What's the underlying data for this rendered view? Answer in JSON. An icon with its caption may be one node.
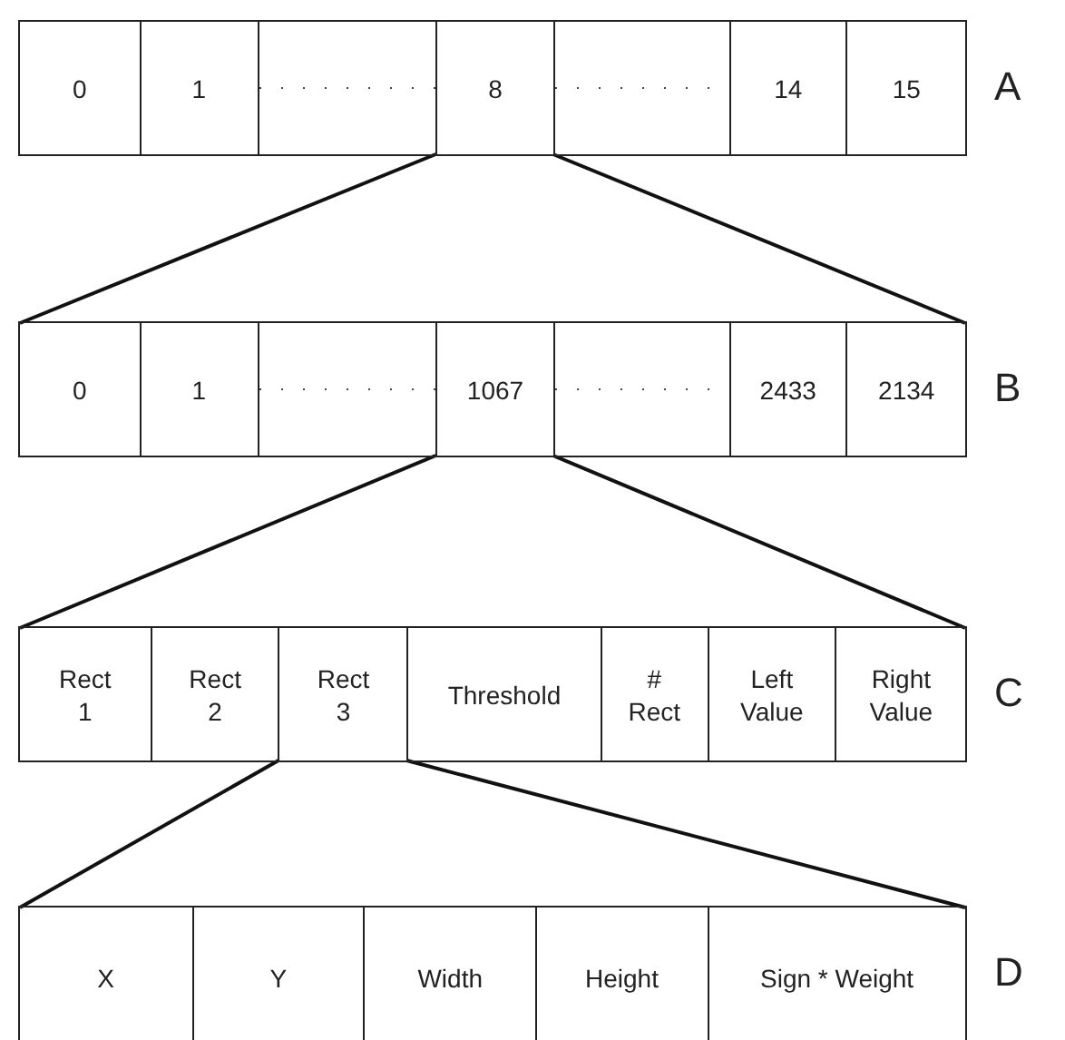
{
  "diagram": {
    "nodes": [
      {
        "text": [],
        "shape": "box",
        "beside": [
          "A"
        ]
      },
      {
        "text": [
          "0"
        ],
        "in": 0
      },
      {
        "text": [
          "1"
        ],
        "in": 0
      },
      {
        "text": [],
        "shape": "box",
        "in": 0
      },
      {
        "text": [
          "8"
        ],
        "in": 0
      },
      {
        "text": [],
        "shape": "box",
        "in": 0
      },
      {
        "text": [
          "14"
        ],
        "in": 0
      },
      {
        "text": [
          "15"
        ],
        "in": 0
      },
      {
        "text": [],
        "shape": "box",
        "beside": [
          "B"
        ]
      },
      {
        "text": [
          "0"
        ],
        "in": 8
      },
      {
        "text": [
          "1"
        ],
        "in": 8
      },
      {
        "text": [],
        "shape": "box",
        "in": 8
      },
      {
        "text": [
          "1067"
        ],
        "in": 8
      },
      {
        "text": [],
        "shape": "box",
        "in": 8
      },
      {
        "text": [
          "2433"
        ],
        "in": 8
      },
      {
        "text": [
          "2134"
        ],
        "in": 8
      },
      {
        "text": [],
        "shape": "box",
        "beside": [
          "C"
        ]
      },
      {
        "text": [
          "Rect 1"
        ],
        "in": 16
      },
      {
        "text": [
          "Rect 2"
        ],
        "in": 16
      },
      {
        "text": [
          "Rect 3"
        ],
        "in": 16
      },
      {
        "text": [
          "Threshold"
        ],
        "in": 16
      },
      {
        "text": [
          "# Rect"
        ],
        "in": 16
      },
      {
        "text": [
          "Left Value"
        ],
        "in": 16
      },
      {
        "text": [
          "Right Value"
        ],
        "in": 16
      },
      {
        "text": [],
        "shape": "box",
        "beside": [
          "D"
        ]
      },
      {
        "text": [
          "X"
        ],
        "in": 24
      },
      {
        "text": [
          "Y"
        ],
        "in": 24
      },
      {
        "text": [
          "Width"
        ],
        "in": 24
      },
      {
        "text": [
          "Height"
        ],
        "in": 24
      },
      {
        "text": [
          "Sign * Weight"
        ],
        "in": 24
      }
    ],
    "edges": [
      {
        "from": 4,
        "to": 9,
        "arrow": "none"
      },
      {
        "from": 4,
        "to": 15,
        "arrow": "none"
      },
      {
        "from": 12,
        "to": 17,
        "arrow": "none"
      },
      {
        "from": 12,
        "to": 23,
        "arrow": "none"
      },
      {
        "from": 19,
        "to": 25,
        "arrow": "none"
      },
      {
        "from": 19,
        "to": 29,
        "arrow": "none"
      }
    ]
  }
}
